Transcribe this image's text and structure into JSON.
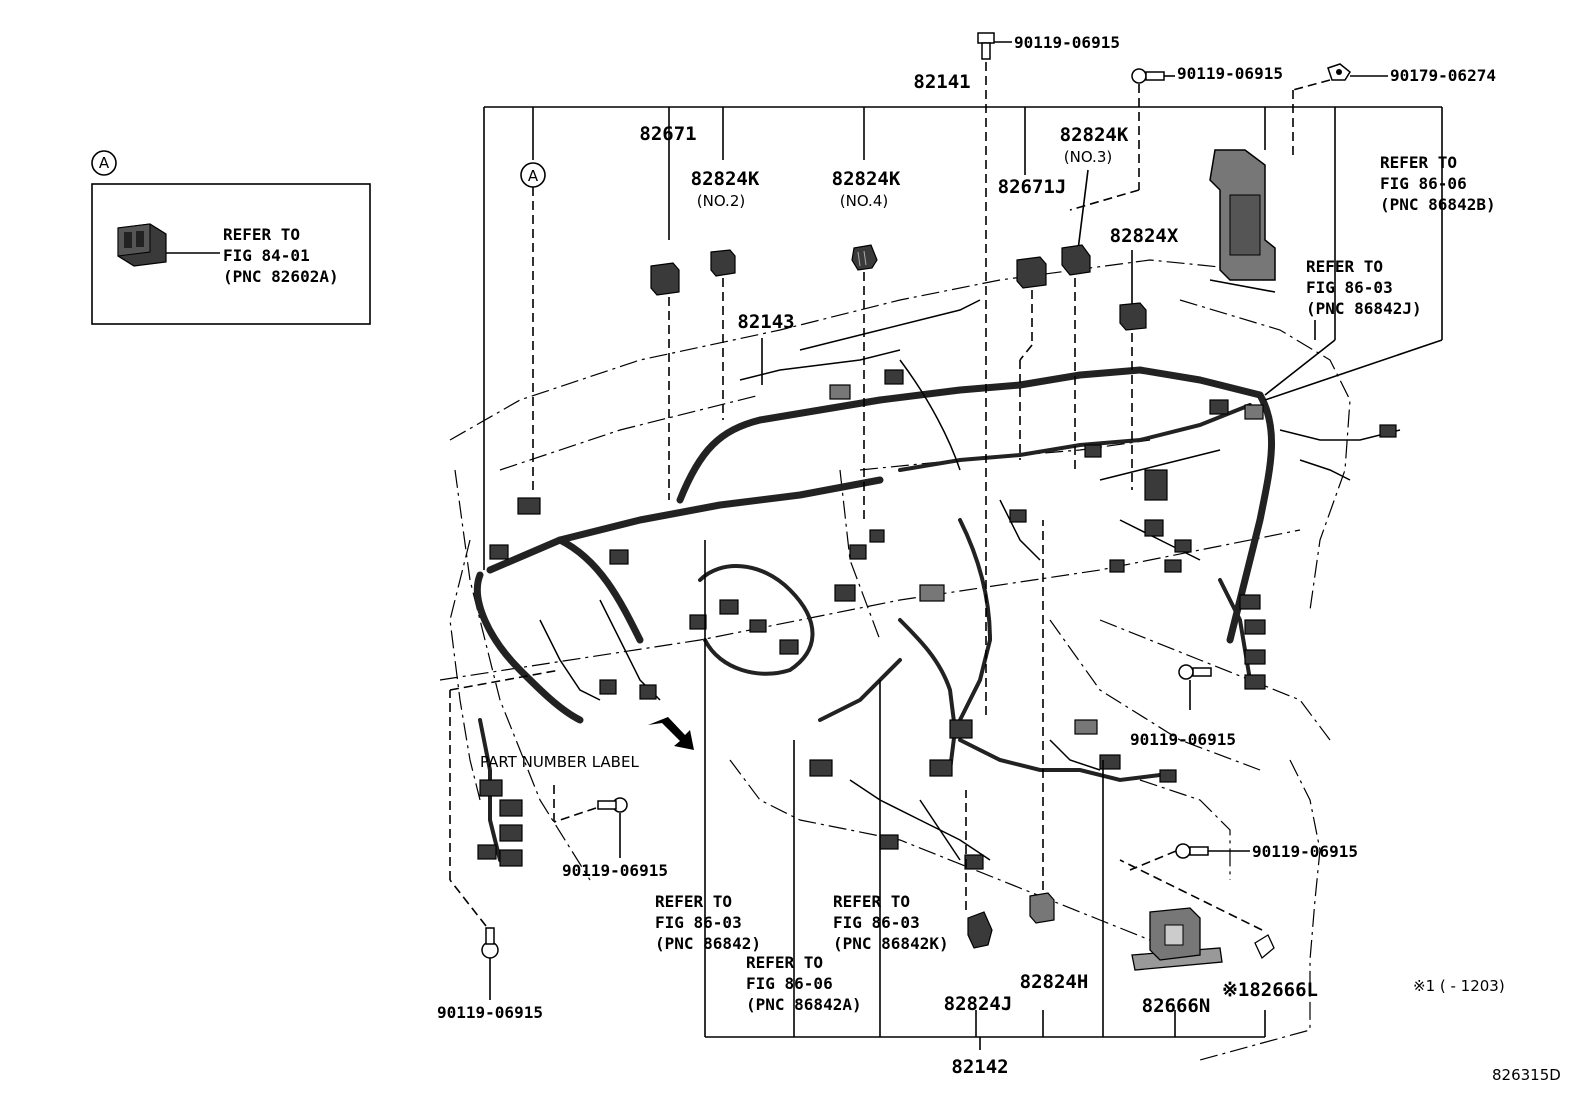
{
  "inset": {
    "marker": "A",
    "refer": [
      "REFER TO",
      "FIG 84-01",
      "(PNC 82602A)"
    ]
  },
  "callouts": {
    "main_assembly": "82141",
    "sub_assembly": "82142",
    "bolt_top": "90119-06915",
    "bolt_top_right": "90119-06915",
    "clip_top_right": "90179-06274",
    "p82671": "82671",
    "p82824k_no2": "82824K",
    "p82824k_no2_note": "(NO.2)",
    "p82824k_no4": "82824K",
    "p82824k_no4_note": "(NO.4)",
    "p82824k_no3": "82824K",
    "p82824k_no3_note": "(NO.3)",
    "p82671j": "82671J",
    "p82824x": "82824X",
    "p82143": "82143",
    "marker_a": "A",
    "refer_86842b": [
      "REFER TO",
      "FIG 86-06",
      "(PNC 86842B)"
    ],
    "refer_86842j": [
      "REFER TO",
      "FIG 86-03",
      "(PNC 86842J)"
    ],
    "bolt_right_mid": "90119-06915",
    "bolt_right_low": "90119-06915",
    "part_number_label": "PART NUMBER LABEL",
    "bolt_left_mid": "90119-06915",
    "bolt_left_low": "90119-06915",
    "refer_86842": [
      "REFER TO",
      "FIG 86-03",
      "(PNC 86842)"
    ],
    "refer_86842k": [
      "REFER TO",
      "FIG 86-03",
      "(PNC 86842K)"
    ],
    "refer_86842a": [
      "REFER TO",
      "FIG 86-06",
      "(PNC 86842A)"
    ],
    "p82824h": "82824H",
    "p82824j": "82824J",
    "p82666n": "82666N",
    "p82666l": "※182666L",
    "footnote": "※1 (    - 1203)",
    "figure_id": "826315D"
  }
}
